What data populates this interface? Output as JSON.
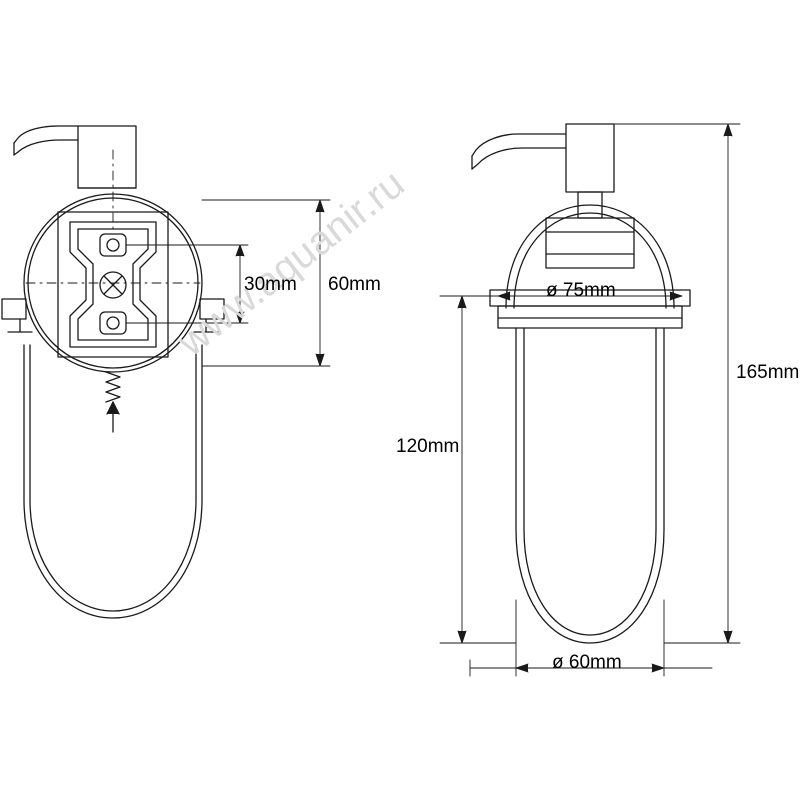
{
  "drawing": {
    "title": "soap-dispenser-technical-drawing",
    "watermark": "www.aquanir.ru",
    "stroke_color": "#1a1a1a",
    "glass_fill": "#fcfcfc",
    "dimensions": {
      "front_small_inner": "30mm",
      "front_small_outer": "60mm",
      "side_holder_diameter": "ø 75mm",
      "side_body_height": "120mm",
      "side_total_height": "165mm",
      "side_glass_diameter": "ø 60mm"
    },
    "views": [
      {
        "name": "top-view",
        "label": ""
      },
      {
        "name": "front-view",
        "label": ""
      }
    ]
  }
}
